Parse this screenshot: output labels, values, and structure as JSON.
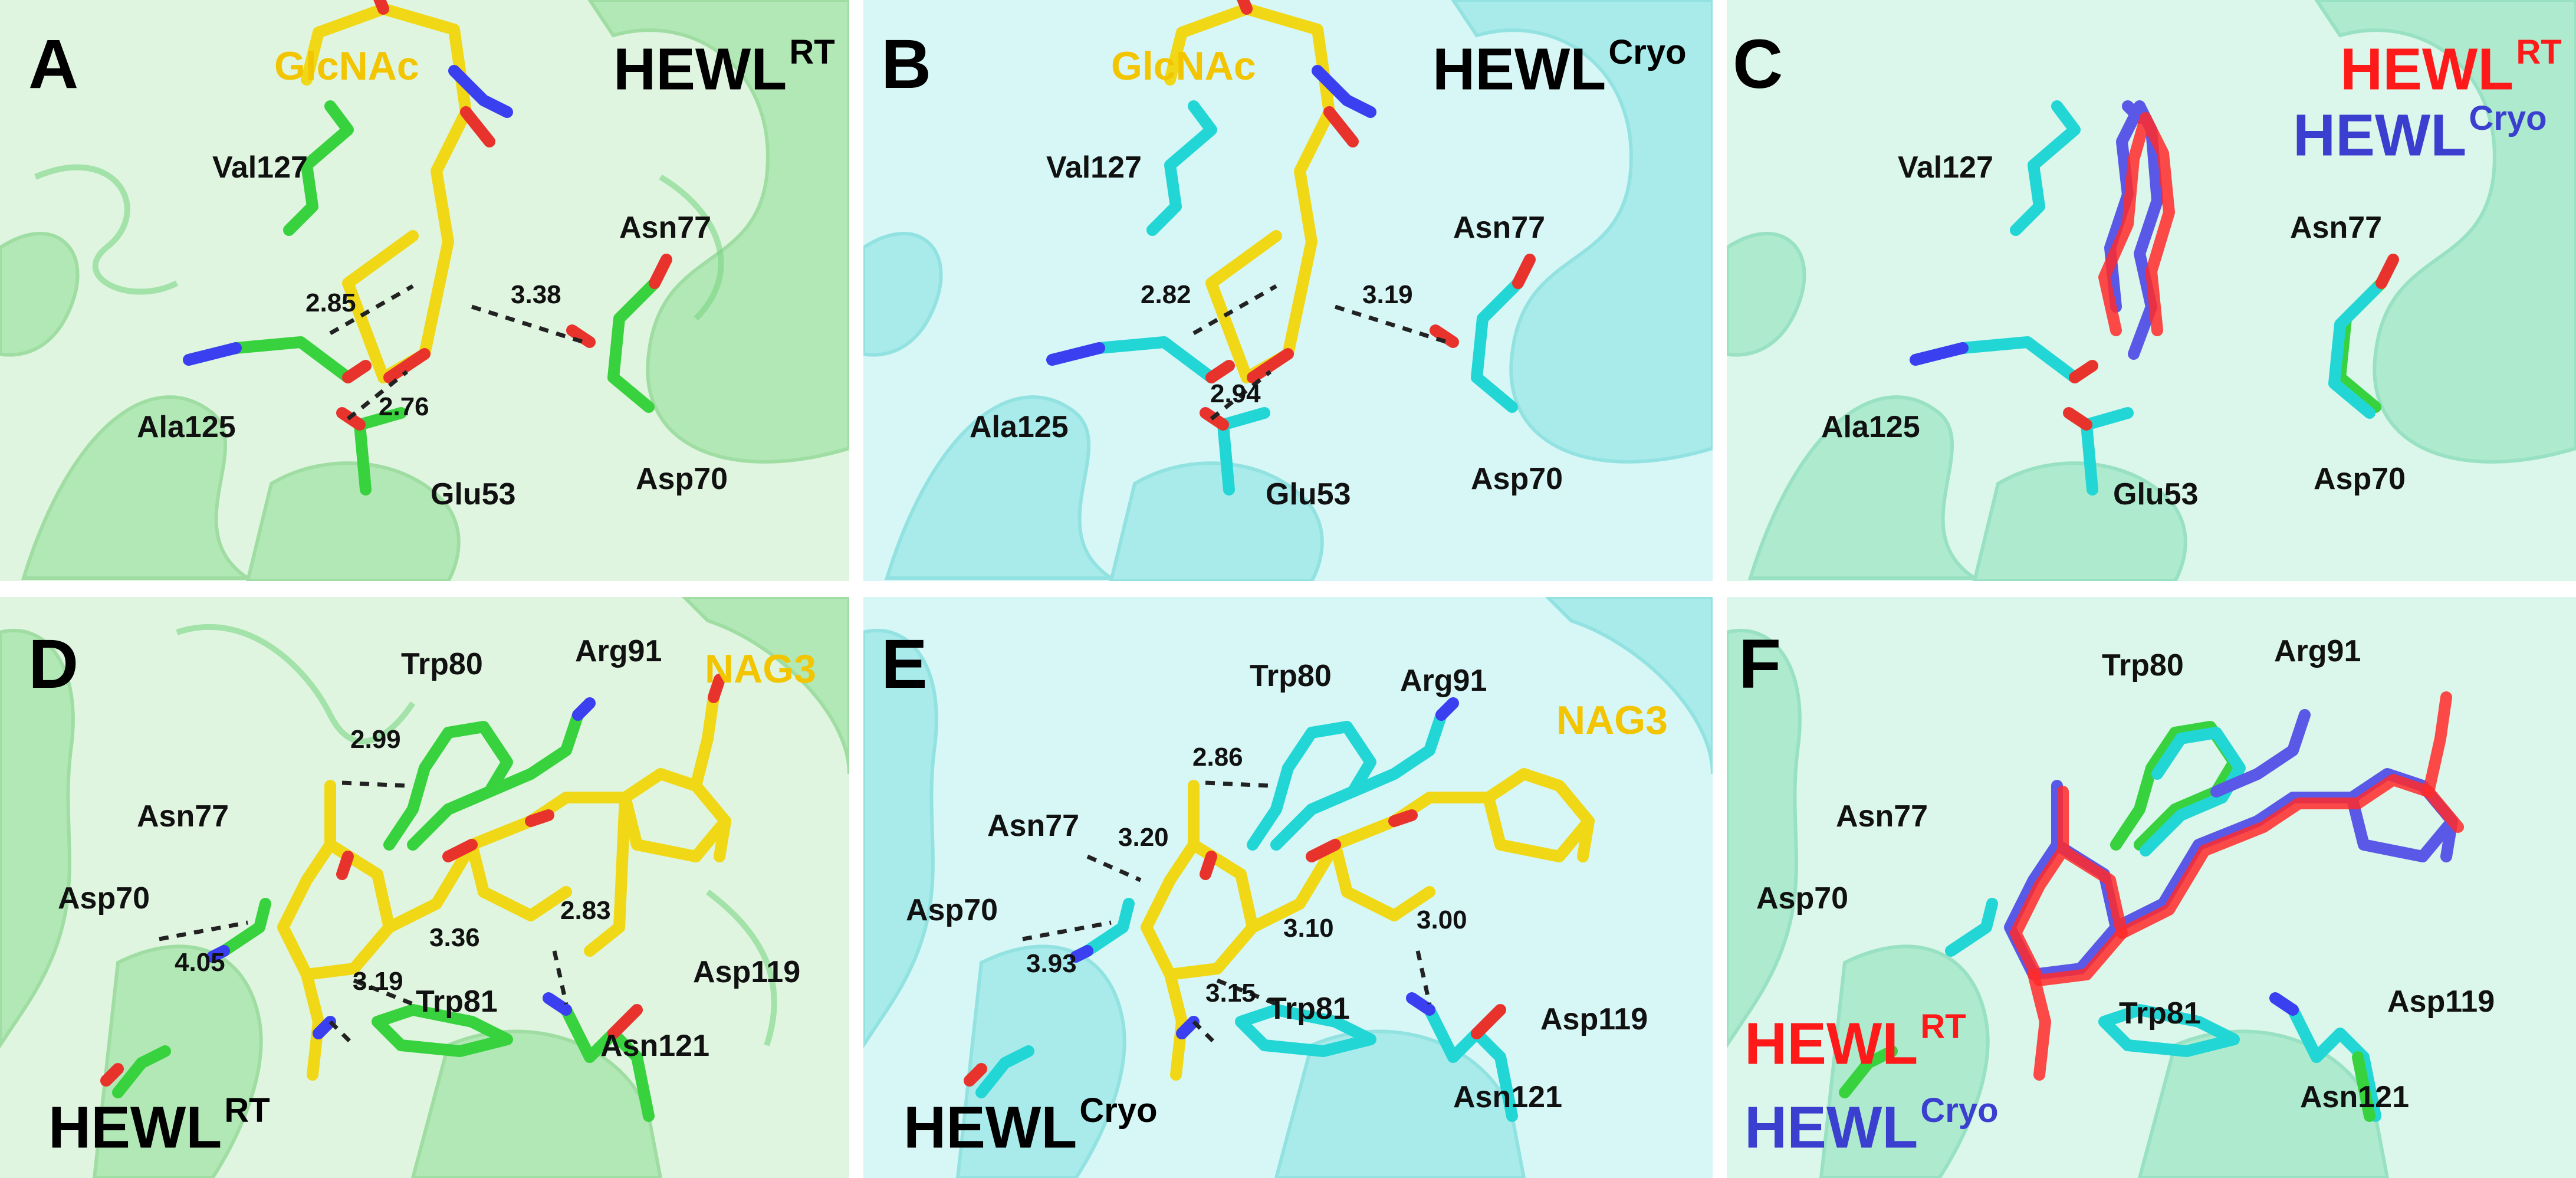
{
  "colors": {
    "rt_protein": "#39d23f",
    "cryo_protein": "#22d6d6",
    "ligand": "#f0d817",
    "ligand_label": "#f2c500",
    "oxygen": "#e8332d",
    "nitrogen": "#3a3ff0",
    "hewl_rt_legend": "#ff1a1a",
    "hewl_cryo_legend": "#3a3fd0"
  },
  "panels": {
    "A": {
      "letter": "A",
      "ligand": "GlcNAc",
      "tag": "HEWL",
      "tag_sup": "RT",
      "residues": [
        "Val127",
        "Asn77",
        "Ala125",
        "Glu53",
        "Asp70"
      ],
      "distances": [
        "2.85",
        "3.38",
        "2.76"
      ]
    },
    "B": {
      "letter": "B",
      "ligand": "GlcNAc",
      "tag": "HEWL",
      "tag_sup": "Cryo",
      "residues": [
        "Val127",
        "Asn77",
        "Ala125",
        "Glu53",
        "Asp70"
      ],
      "distances": [
        "2.82",
        "3.19",
        "2.94"
      ]
    },
    "C": {
      "letter": "C",
      "legend_rt": "HEWL",
      "legend_rt_sup": "RT",
      "legend_cryo": "HEWL",
      "legend_cryo_sup": "Cryo",
      "residues": [
        "Val127",
        "Asn77",
        "Ala125",
        "Glu53",
        "Asp70"
      ]
    },
    "D": {
      "letter": "D",
      "ligand": "NAG3",
      "tag": "HEWL",
      "tag_sup": "RT",
      "residues": [
        "Trp80",
        "Arg91",
        "Asn77",
        "Asp70",
        "Trp81",
        "Asp119",
        "Asn121"
      ],
      "distances": [
        "2.99",
        "4.05",
        "3.36",
        "3.19",
        "2.83"
      ]
    },
    "E": {
      "letter": "E",
      "ligand": "NAG3",
      "tag": "HEWL",
      "tag_sup": "Cryo",
      "residues": [
        "Trp80",
        "Arg91",
        "Asn77",
        "Asp70",
        "Trp81",
        "Asp119",
        "Asn121"
      ],
      "distances": [
        "2.86",
        "3.20",
        "3.93",
        "3.10",
        "3.15",
        "3.00"
      ]
    },
    "F": {
      "letter": "F",
      "legend_rt": "HEWL",
      "legend_rt_sup": "RT",
      "legend_cryo": "HEWL",
      "legend_cryo_sup": "Cryo",
      "residues": [
        "Trp80",
        "Arg91",
        "Asn77",
        "Asp70",
        "Trp81",
        "Asp119",
        "Asn121"
      ]
    }
  }
}
